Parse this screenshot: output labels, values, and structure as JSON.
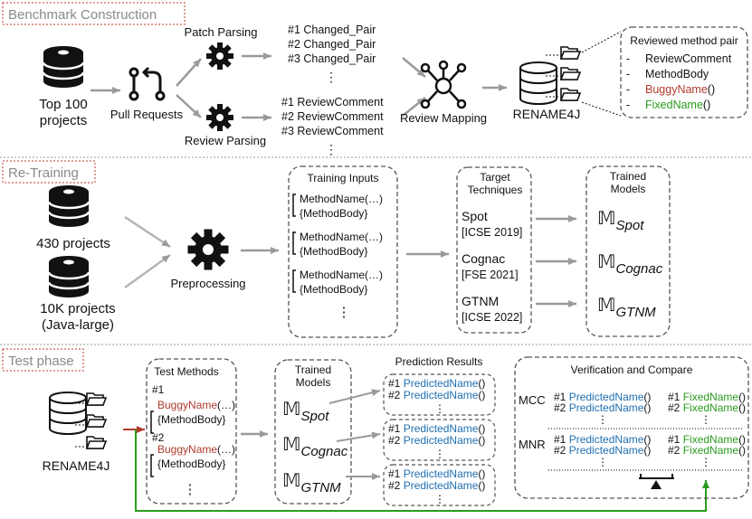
{
  "sections": {
    "benchmark": "Benchmark Construction",
    "retraining": "Re-Training",
    "test": "Test phase"
  },
  "benchmark": {
    "projects_line1": "Top 100",
    "projects_line2": "projects",
    "pull_requests": "Pull Requests",
    "patch_parsing": "Patch Parsing",
    "review_parsing": "Review Parsing",
    "changed_pairs": [
      "#1 Changed_Pair",
      "#2 Changed_Pair",
      "#3 Changed_Pair"
    ],
    "review_comments": [
      "#1 ReviewComment",
      "#2 ReviewComment",
      "#3 ReviewComment"
    ],
    "review_mapping": "Review Mapping",
    "dataset": "RENAME4J",
    "pair_box_title": "Reviewed method pair",
    "pair_items": [
      {
        "dash": "-",
        "text": "ReviewComment",
        "suffix": ""
      },
      {
        "dash": "-",
        "text": "MethodBody",
        "suffix": ""
      },
      {
        "dash": "-",
        "text": "BuggyName",
        "suffix": "()"
      },
      {
        "dash": "-",
        "text": "FixedName",
        "suffix": "()"
      }
    ]
  },
  "retraining": {
    "projects_a": "430 projects",
    "projects_b_line1": "10K projects",
    "projects_b_line2": "(Java-large)",
    "preprocessing": "Preprocessing",
    "training_inputs_title": "Training Inputs",
    "input_line1": "MethodName(…)",
    "input_line2": "{MethodBody}",
    "target_title_line1": "Target",
    "target_title_line2": "Techniques",
    "techniques": [
      {
        "name": "Spot",
        "venue": "[ICSE 2019]"
      },
      {
        "name": "Cognac",
        "venue": "[FSE 2021]"
      },
      {
        "name": "GTNM",
        "venue": "[ICSE 2022]"
      }
    ],
    "models_title_line1": "Trained",
    "models_title_line2": "Models",
    "model_symbol": "𝕄",
    "models": [
      "Spot",
      "Cognac",
      "GTNM"
    ]
  },
  "test": {
    "dataset": "RENAME4J",
    "test_methods_title": "Test Methods",
    "method_ids": [
      "#1",
      "#2"
    ],
    "buggy_name": "BuggyName",
    "buggy_suffix": "(…)",
    "method_body": "{MethodBody}",
    "models_title_line1": "Trained",
    "models_title_line2": "Models",
    "prediction_title": "Prediction Results",
    "pred_ids": [
      "#1",
      "#2"
    ],
    "predicted_name": "PredictedName",
    "call_suffix": "()",
    "verify_title": "Verification and Compare",
    "metrics": [
      "MCC",
      "MNR"
    ],
    "fixed_name": "FixedName"
  },
  "ellipsis": "⋮",
  "colors": {
    "red": "#b03a2e",
    "green": "#2a9b1e",
    "blue": "#1f6fb2",
    "section_gray": "#8a8a8a"
  }
}
